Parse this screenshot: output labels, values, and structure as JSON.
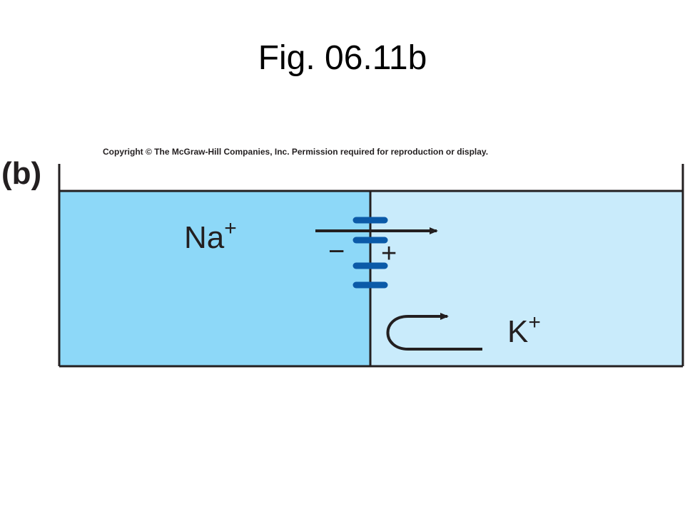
{
  "slide": {
    "title": "Fig. 06.11b"
  },
  "figure": {
    "copyright": "Copyright © The McGraw-Hill Companies, Inc. Permission required for reproduction or display.",
    "panel_label": "(b)",
    "left_ion_symbol": "Na",
    "left_ion_charge": "+",
    "right_ion_symbol": "K",
    "right_ion_charge": "+",
    "membrane_left_charge": "−",
    "membrane_right_charge": "+"
  },
  "colors": {
    "left_compartment": "#8dd8f8",
    "right_compartment": "#c9ebfb",
    "channel": "#0b5aa8",
    "outline": "#231f20"
  }
}
